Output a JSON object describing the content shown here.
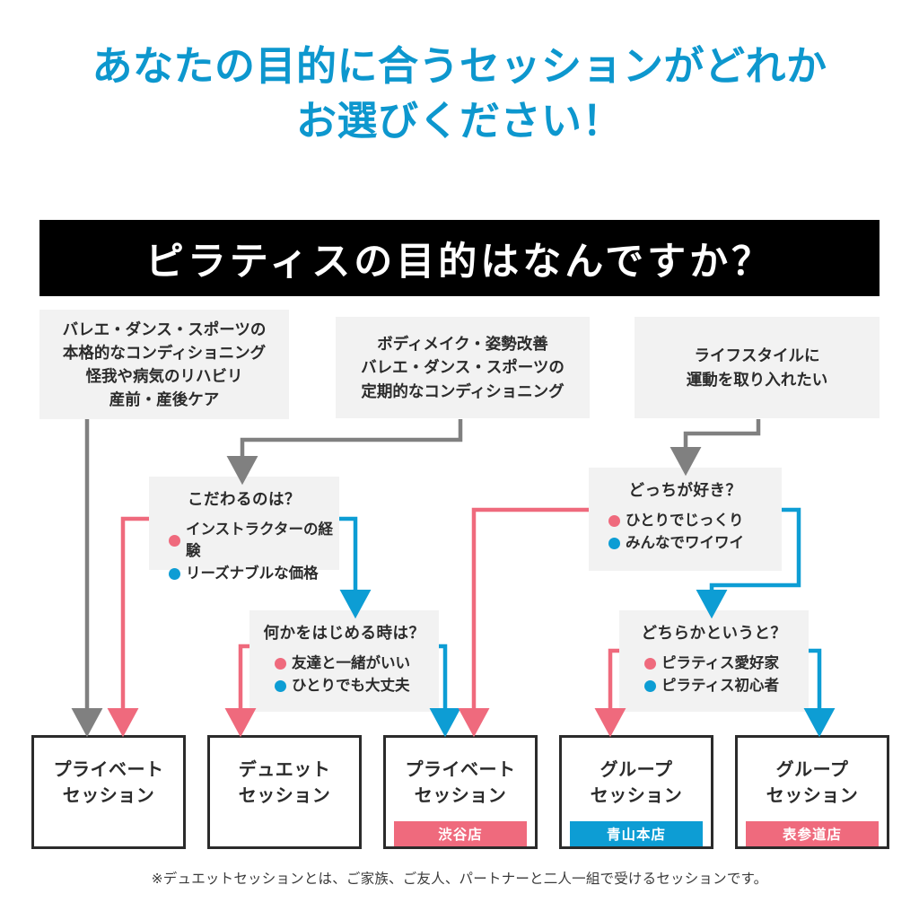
{
  "headline": {
    "line1": "あなたの目的に合うセッションがどれか",
    "line2": "お選びください！",
    "color": "#0d97ce"
  },
  "question_bar": {
    "text": "ピラティスの目的はなんですか？",
    "background": "#000000",
    "color": "#ffffff"
  },
  "colors": {
    "pink": "#ef6a7d",
    "blue": "#0d9dd4",
    "grey_arrow": "#808080",
    "panel_bg": "#f2f2f2",
    "ink": "#2b2b2b"
  },
  "top_options": [
    {
      "id": "goal-performance",
      "lines": [
        "バレエ・ダンス・スポーツの",
        "本格的なコンディショニング",
        "怪我や病気のリハビリ",
        "産前・産後ケア"
      ]
    },
    {
      "id": "goal-bodymake",
      "lines": [
        "ボディメイク・姿勢改善",
        "バレエ・ダンス・スポーツの",
        "定期的なコンディショニング"
      ]
    },
    {
      "id": "goal-lifestyle",
      "lines": [
        "ライフスタイルに",
        "運動を取り入れたい"
      ]
    }
  ],
  "decisions": [
    {
      "id": "decision-priority",
      "question": "こだわるのは？",
      "options": [
        {
          "marker": "pink",
          "label": "インストラクターの経験"
        },
        {
          "marker": "blue",
          "label": "リーズナブルな価格"
        }
      ]
    },
    {
      "id": "decision-preference",
      "question": "どっちが好き？",
      "options": [
        {
          "marker": "pink",
          "label": "ひとりでじっくり"
        },
        {
          "marker": "blue",
          "label": "みんなでワイワイ"
        }
      ]
    },
    {
      "id": "decision-starting",
      "question": "何かをはじめる時は？",
      "options": [
        {
          "marker": "pink",
          "label": "友達と一緒がいい"
        },
        {
          "marker": "blue",
          "label": "ひとりでも大丈夫"
        }
      ]
    },
    {
      "id": "decision-experience",
      "question": "どちらかというと？",
      "options": [
        {
          "marker": "pink",
          "label": "ピラティス愛好家"
        },
        {
          "marker": "blue",
          "label": "ピラティス初心者"
        }
      ]
    }
  ],
  "results": [
    {
      "id": "result-private-1",
      "line1": "プライベート",
      "line2": "セッション",
      "badge": null,
      "badge_color": null
    },
    {
      "id": "result-duet",
      "line1": "デュエット",
      "line2": "セッション",
      "badge": null,
      "badge_color": null
    },
    {
      "id": "result-private-shibuya",
      "line1": "プライベート",
      "line2": "セッション",
      "badge": "渋谷店",
      "badge_color": "pink"
    },
    {
      "id": "result-group-aoyama",
      "line1": "グループ",
      "line2": "セッション",
      "badge": "青山本店",
      "badge_color": "blue"
    },
    {
      "id": "result-group-omotesando",
      "line1": "グループ",
      "line2": "セッション",
      "badge": "表参道店",
      "badge_color": "pink"
    }
  ],
  "footnote": "※デュエットセッションとは、ご家族、ご友人、パートナーと二人一組で受けるセッションです。"
}
